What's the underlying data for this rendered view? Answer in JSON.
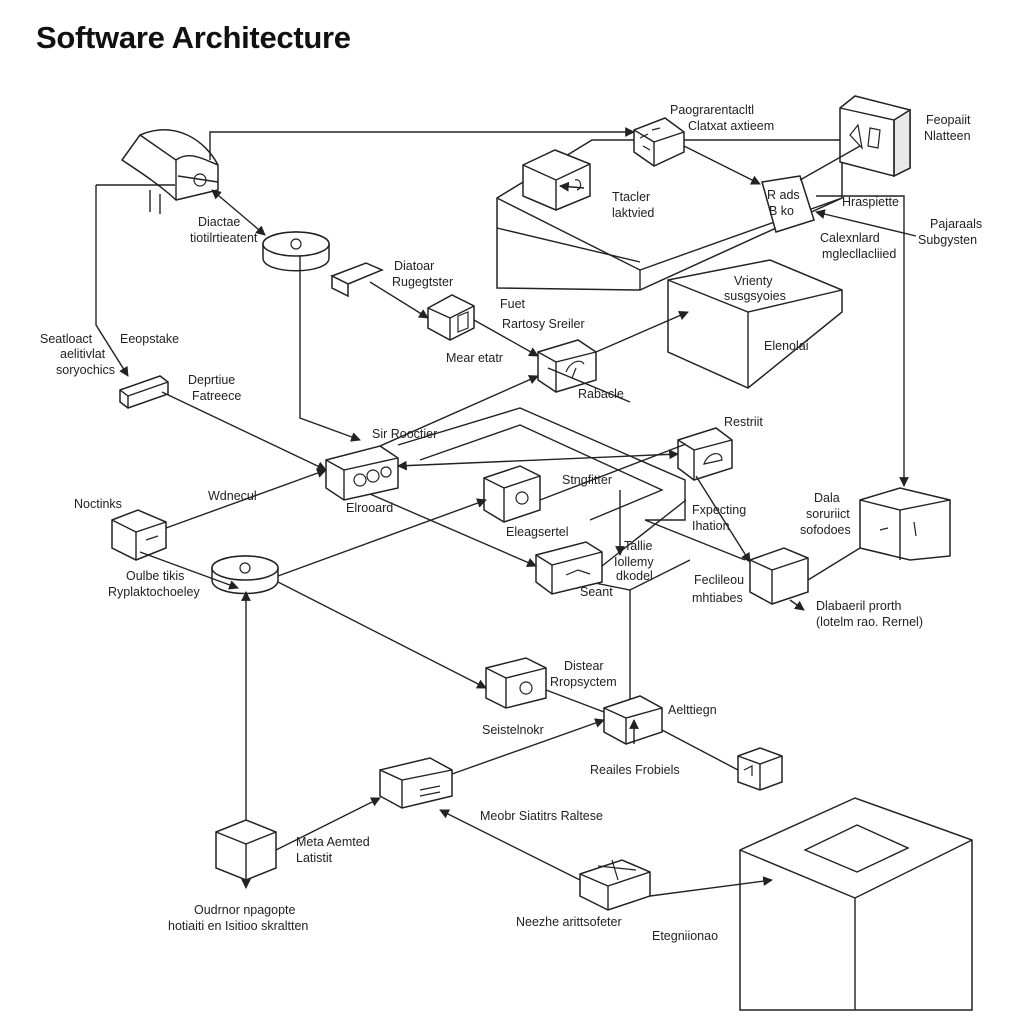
{
  "title": "Software Architecture",
  "labels": {
    "l1": [
      "Paograrentacltl",
      "Clatxat axtieem"
    ],
    "l2": [
      "Feopaiit",
      "Nlatteen"
    ],
    "l3": [
      "Ttacler",
      "laktvied"
    ],
    "l4": [
      "Hraspiette"
    ],
    "l5": [
      "Pajaraals",
      "Subgysten"
    ],
    "l6": [
      "Calexnlard",
      "mglecllacliied"
    ],
    "l7": [
      "Diactae",
      "tiotilrtieatent"
    ],
    "l8": [
      "Diatoar",
      "Rugegtster"
    ],
    "l9": [
      "Vrienty",
      "susgsyoies"
    ],
    "l10": [
      "Elenolai"
    ],
    "l11": [
      "Fuet",
      "Rartosy Sreiler"
    ],
    "l12": [
      "Mear etatr"
    ],
    "l13": [
      "Seatloact",
      "aelitivlat",
      "soryochics"
    ],
    "l14": [
      "Eeopstake"
    ],
    "l15": [
      "Deprtiue",
      "Fatreece"
    ],
    "l16": [
      "Rabacle"
    ],
    "l17": [
      "Sir Rooctier"
    ],
    "l18": [
      "Restriit"
    ],
    "l19": [
      "Noctinks"
    ],
    "l20": [
      "Wdnecul"
    ],
    "l21": [
      "Elrooard"
    ],
    "l22": [
      "Stngfitter"
    ],
    "l23": [
      "Fxpecting",
      "Ihation"
    ],
    "l24": [
      "Dala",
      "soruriict",
      "sofodoes"
    ],
    "l25": [
      "Eleagsertel"
    ],
    "l26": [
      "Tallie",
      "Iollemy",
      "dkodel"
    ],
    "l27": [
      "Oulbe tikis",
      "Ryplaktochoeley"
    ],
    "l28": [
      "Seant"
    ],
    "l29": [
      "Feclileou",
      "mhtiabes"
    ],
    "l30": [
      "Dlabaeril prorth",
      "(lotelm rao. Rernel)"
    ],
    "l31": [
      "Distear",
      "Rropsyctem"
    ],
    "l32": [
      "Seistelnokr"
    ],
    "l33": [
      "Aelttiegn"
    ],
    "l34": [
      "Reailes Frobiels"
    ],
    "l35": [
      "Meobr Siatitrs Raltese"
    ],
    "l36": [
      "Meta Aemted",
      "Latistit"
    ],
    "l37": [
      "Oudrnor npagopte",
      "hotiaiti en Isitioo skraltten"
    ],
    "l38": [
      "Neezhe arittsofeter"
    ],
    "l39": [
      "Etegniionao"
    ]
  }
}
